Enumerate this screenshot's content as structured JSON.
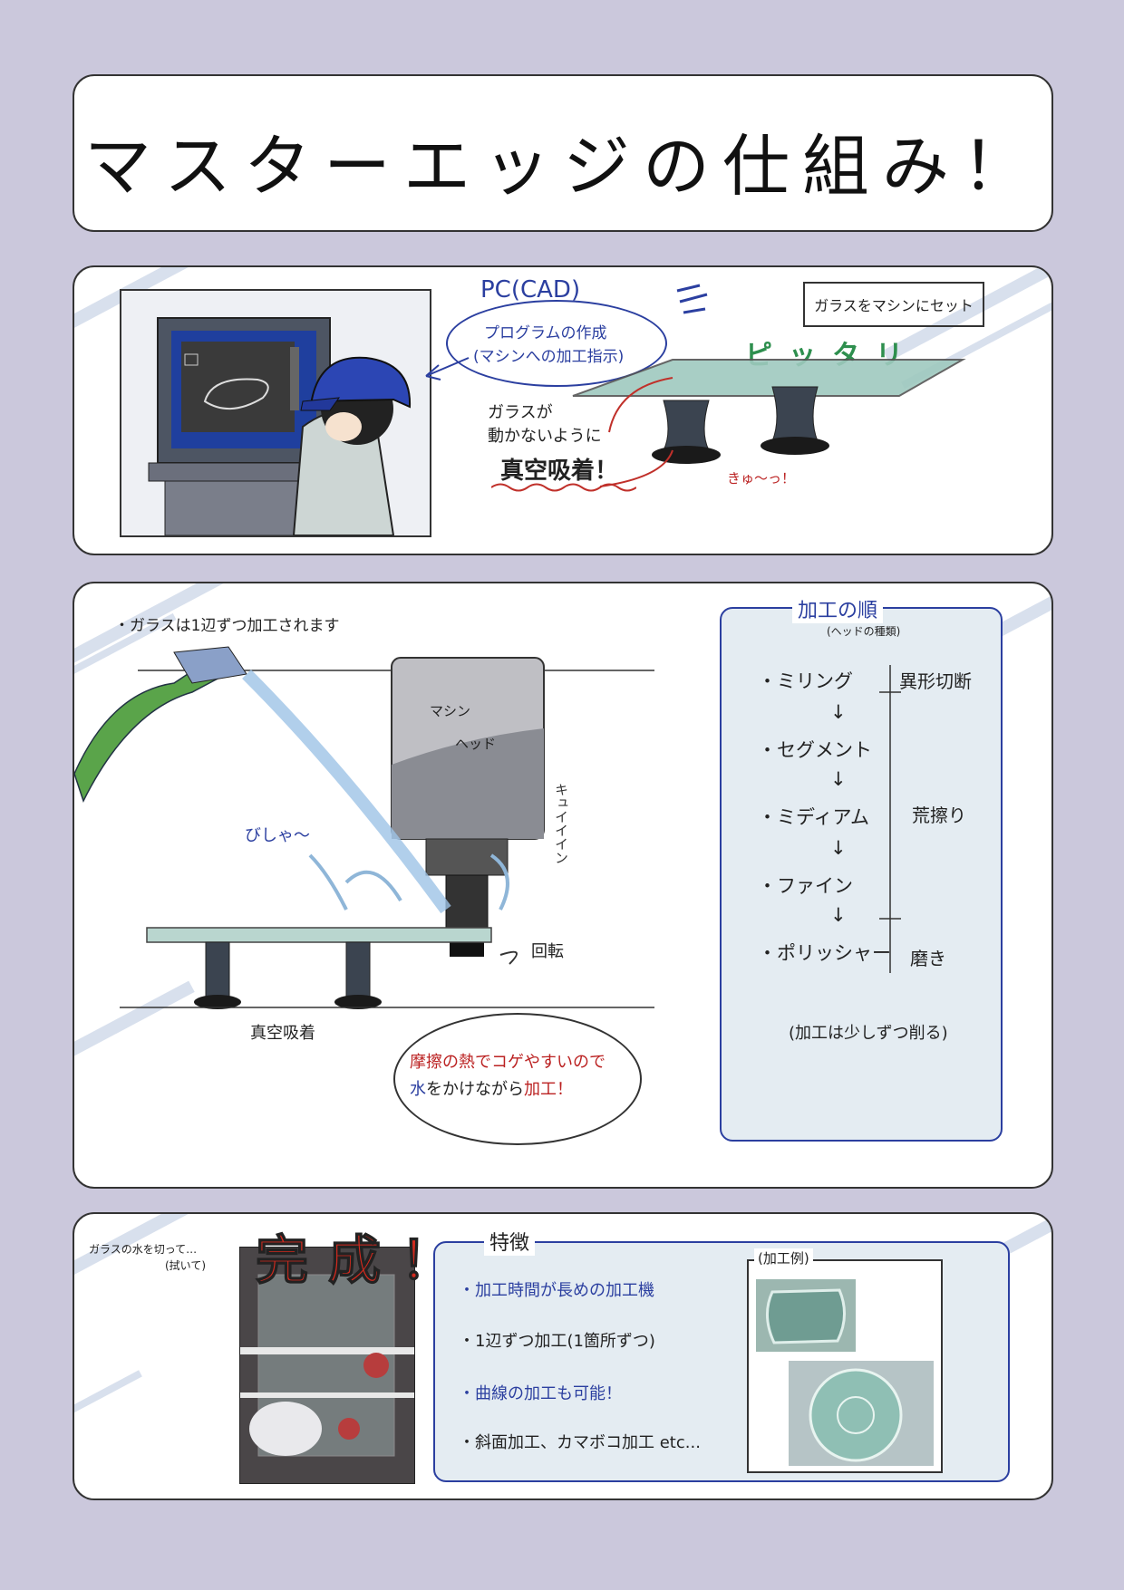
{
  "title": "マスターエッジの仕組み！",
  "panel1": {
    "pc_label": "PC(CAD)",
    "bubble_line1": "プログラムの作成",
    "bubble_line2": "(マシンへの加工指示)",
    "set_box": "ガラスをマシンにセット",
    "pittari": "ピッタリ",
    "glass_line1": "ガラスが",
    "glass_line2": "動かないように",
    "vacuum": "真空吸着！",
    "kyu": "きゅ〜っ！"
  },
  "panel2": {
    "note": "・ガラスは1辺ずつ加工されます",
    "machine_line1": "マシン",
    "machine_line2": "ヘッド",
    "bisha": "びしゃ〜",
    "kyuiin": "キュイイイン",
    "rotate": "回転",
    "vacuum_label": "真空吸着",
    "warn_line1": "摩擦の熱でコゲやすいので",
    "warn_line2_a": "水",
    "warn_line2_b": "をかけながら",
    "warn_line2_c": "加工！",
    "order_title": "加工の順",
    "order_sub": "(ヘッドの種類)",
    "steps": [
      "・ミリング",
      "・セグメント",
      "・ミディアム",
      "・ファイン",
      "・ポリッシャー"
    ],
    "arrow": "↓",
    "cat1": "異形切断",
    "cat2": "荒擦り",
    "cat3": "磨き",
    "order_note": "(加工は少しずつ削る)"
  },
  "panel3": {
    "wipe_line1": "ガラスの水を切って…",
    "wipe_line2": "(拭いて)",
    "done": "完成！",
    "features_title": "特徴",
    "features": [
      "・加工時間が長めの加工機",
      "・1辺ずつ加工(1箇所ずつ)",
      "・曲線の加工も可能！",
      "・斜面加工、カマボコ加工 etc..."
    ],
    "example_label": "(加工例)"
  },
  "colors": {
    "background": "#cbc8dc",
    "accent_blue": "#2b3fa0",
    "accent_red": "#b22222",
    "glass": "#9fc9bf"
  }
}
